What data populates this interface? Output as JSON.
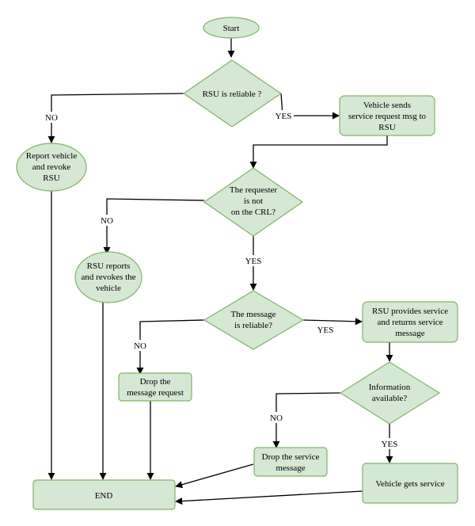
{
  "nodes": {
    "start": {
      "lines": [
        "Start"
      ]
    },
    "rsu_reliable": {
      "lines": [
        "RSU is reliable ?"
      ]
    },
    "vehicle_sends": {
      "lines": [
        "Vehicle sends",
        "service request msg to",
        "RSU"
      ]
    },
    "report_vehicle": {
      "lines": [
        "Report vehicle",
        "and revoke",
        "RSU"
      ]
    },
    "requester_crl": {
      "lines": [
        "The requester",
        "is not",
        "on the CRL?"
      ]
    },
    "rsu_reports": {
      "lines": [
        "RSU reports",
        "and revokes the",
        "vehicle"
      ]
    },
    "message_reliable": {
      "lines": [
        "The message",
        "is reliable?"
      ]
    },
    "rsu_provides": {
      "lines": [
        "RSU provides service",
        "and returns service",
        "message"
      ]
    },
    "drop_request": {
      "lines": [
        "Drop the",
        "message request"
      ]
    },
    "info_available": {
      "lines": [
        "Information",
        "available?"
      ]
    },
    "drop_service": {
      "lines": [
        "Drop the service",
        "message"
      ]
    },
    "vehicle_gets": {
      "lines": [
        "Vehicle gets service"
      ]
    },
    "end": {
      "lines": [
        "END"
      ]
    }
  },
  "edges": {
    "yes": "YES",
    "no": "NO"
  }
}
